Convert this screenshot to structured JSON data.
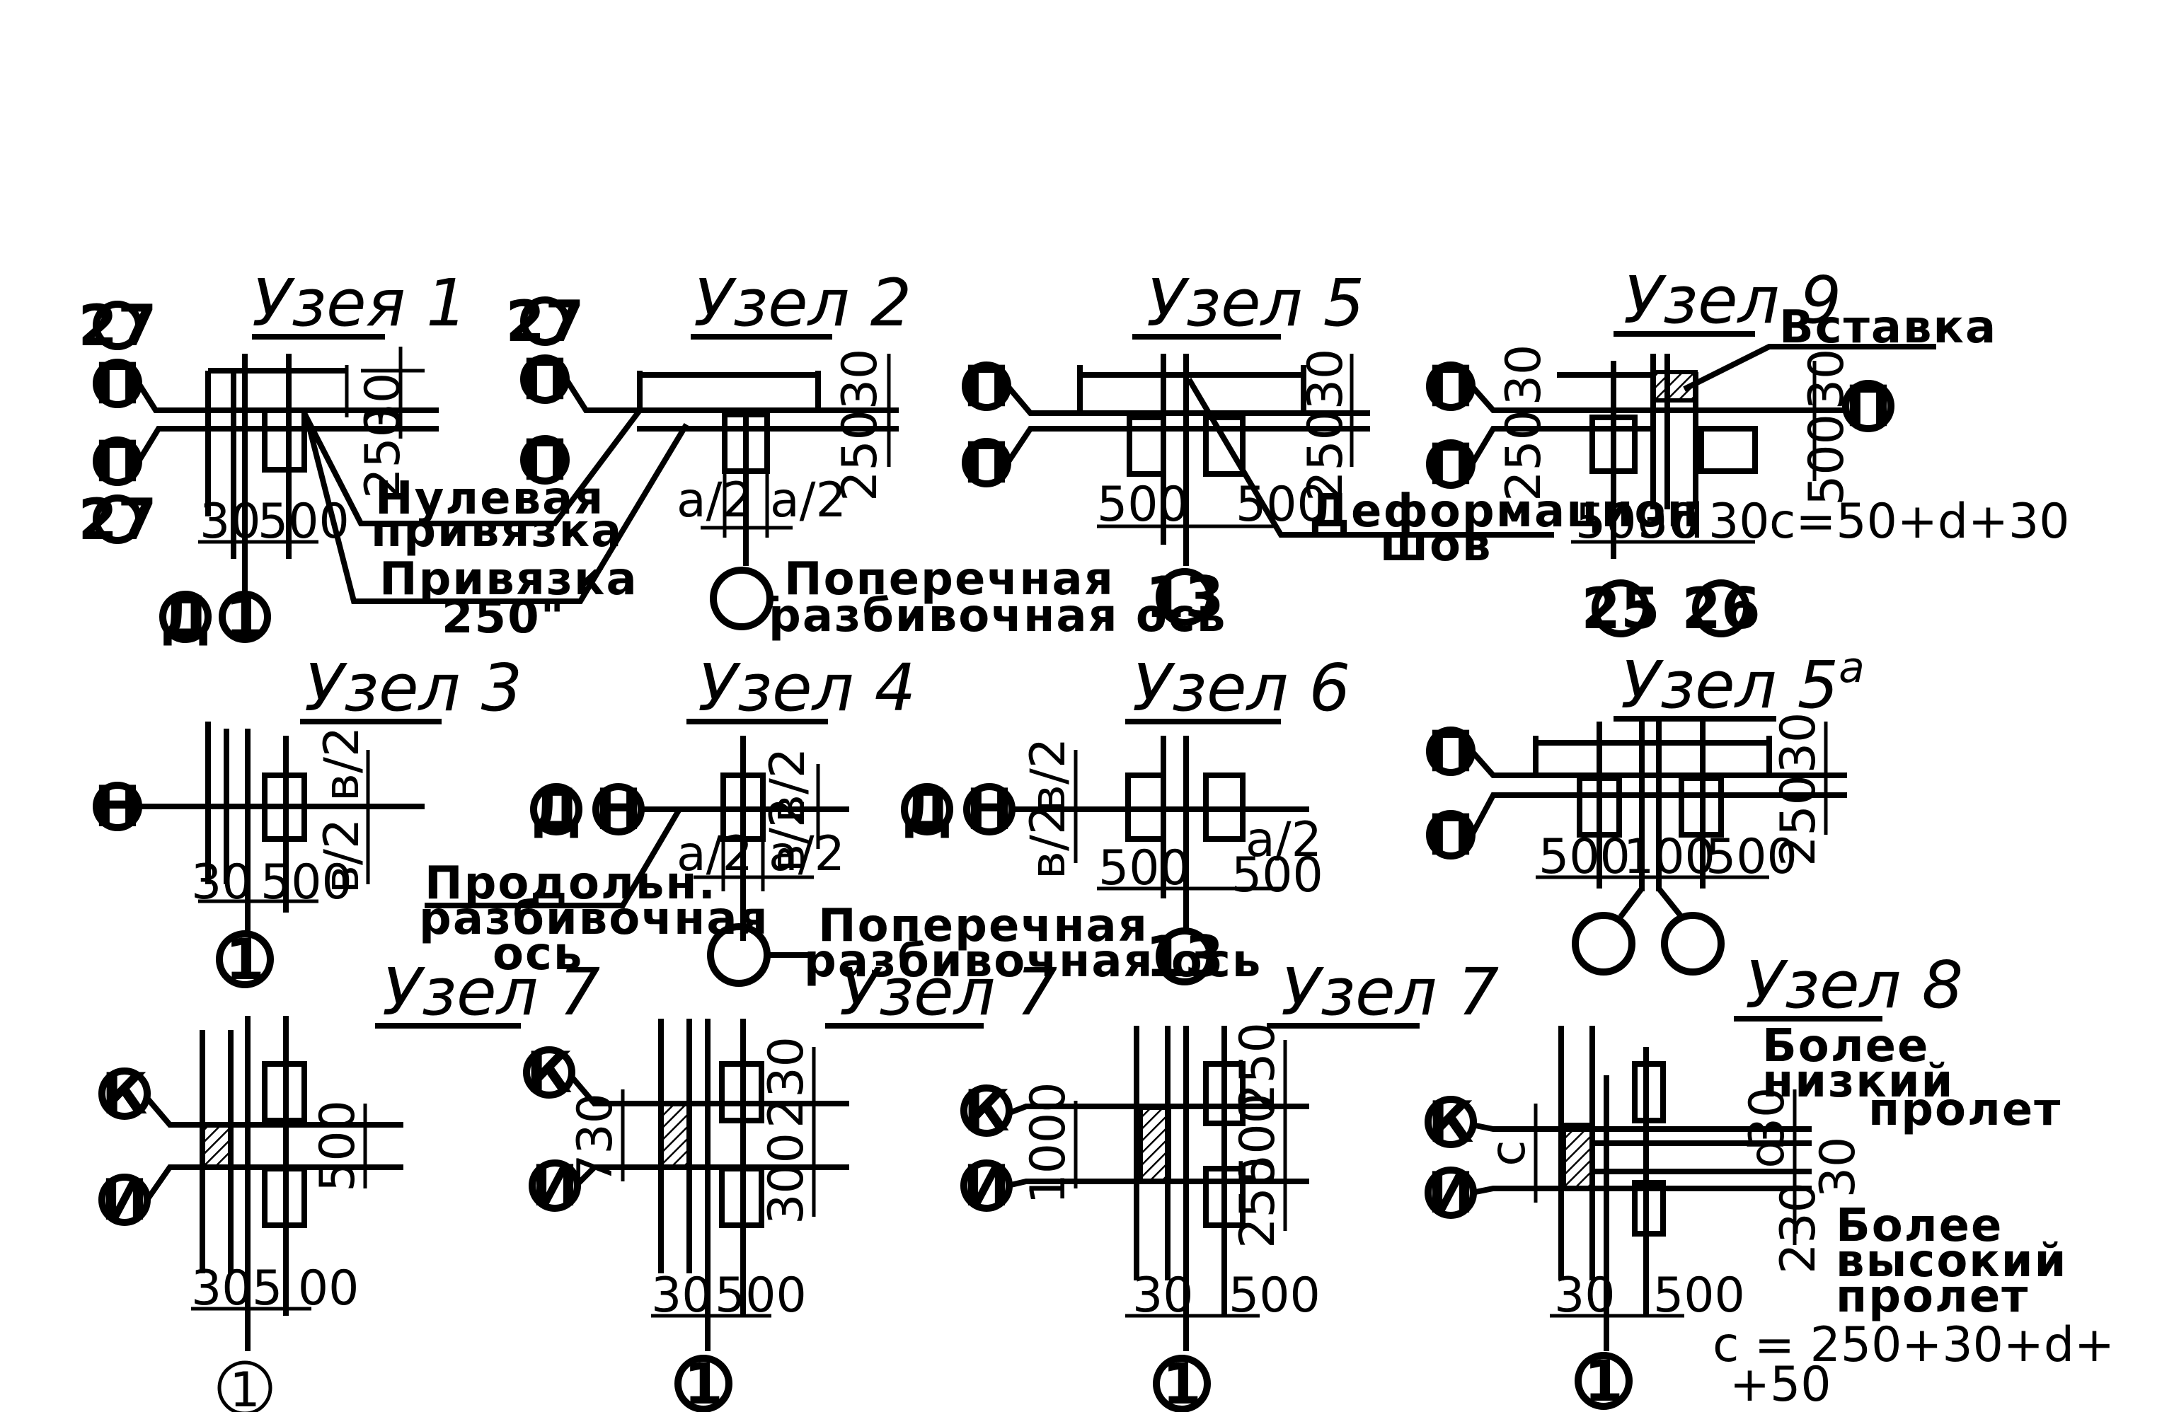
{
  "nodes": {
    "n1": {
      "title": "Узея 1",
      "bubbles": [
        "27",
        "П",
        "П",
        "27",
        "Д",
        "1"
      ],
      "dims": [
        "30",
        "250",
        "30",
        "500"
      ]
    },
    "n2": {
      "title": "Узел 2",
      "bubbles": [
        "27",
        "П",
        "П"
      ],
      "dims": [
        "30",
        "250",
        "а/2",
        "а/2"
      ]
    },
    "n5": {
      "title": "Узел 5",
      "bubbles": [
        "П",
        "П",
        "13"
      ],
      "dims": [
        "30",
        "250",
        "500",
        "500"
      ]
    },
    "n9": {
      "title": "Узел 9",
      "bubbles": [
        "П",
        "П",
        "П",
        "25",
        "26"
      ],
      "dims": [
        "30",
        "250",
        "30",
        "500",
        "500",
        "30",
        "d",
        "30"
      ],
      "formula": "с=50+d+30"
    },
    "n3": {
      "title": "Узел 3",
      "bubbles": [
        "Н",
        "1"
      ],
      "dims": [
        "в/2",
        "в/2",
        "30",
        "500"
      ]
    },
    "n4": {
      "title": "Узел 4",
      "bubbles": [
        "Д",
        "Н"
      ],
      "dims": [
        "в/2",
        "в/2",
        "а/2",
        "а/2"
      ]
    },
    "n6": {
      "title": "Узел 6",
      "bubbles": [
        "Д",
        "Н",
        "13"
      ],
      "dims": [
        "в/2",
        "в/2",
        "500",
        "а/2",
        "500"
      ]
    },
    "n5a": {
      "title": "Узел 5",
      "title_sup": "а",
      "bubbles": [
        "П",
        "П"
      ],
      "dims": [
        "30",
        "250",
        "500",
        "100",
        "500"
      ]
    },
    "n7a": {
      "title": "Узел 7",
      "bubbles": [
        "К",
        "И",
        "1"
      ],
      "dims": [
        "500",
        "30",
        "5 00"
      ]
    },
    "n7b": {
      "title": "Узел 7",
      "bubbles": [
        "К",
        "И",
        "1"
      ],
      "dims": [
        "230",
        "730",
        "300",
        "30",
        "500"
      ]
    },
    "n7c": {
      "title": "Узел 7",
      "bubbles": [
        "К",
        "И",
        "1"
      ],
      "dims": [
        "250",
        "1000",
        "500",
        "250",
        "30",
        "500"
      ]
    },
    "n8": {
      "title": "Узел 8",
      "bubbles": [
        "К",
        "И",
        "1"
      ],
      "dims": [
        "с",
        "30",
        "d",
        "30",
        "230",
        "30",
        "500"
      ],
      "formula_1": "с = 250+30+d+",
      "formula_2": "+50"
    }
  },
  "labels": {
    "zero_ref_1": "Нулевая",
    "zero_ref_2": "привязка",
    "ref250_1": "Привязка",
    "ref250_2": "250\"",
    "cross_axis_1_a": "Поперечная",
    "cross_axis_1_b": "разбивочная ось",
    "deform_1": "Деформацион",
    "deform_2": "шов",
    "insert": "Вставка",
    "long_axis_1": "Продольн.",
    "long_axis_2": "разбивочная",
    "long_axis_3": "ось",
    "cross_axis_2_a": "Поперечная",
    "cross_axis_2_b": "разбивочная ось",
    "lower_span_1": "Более",
    "lower_span_2": "низкий",
    "lower_span_3": "пролет",
    "higher_span_1": "Более",
    "higher_span_2": "высокий",
    "higher_span_3": "пролет"
  }
}
